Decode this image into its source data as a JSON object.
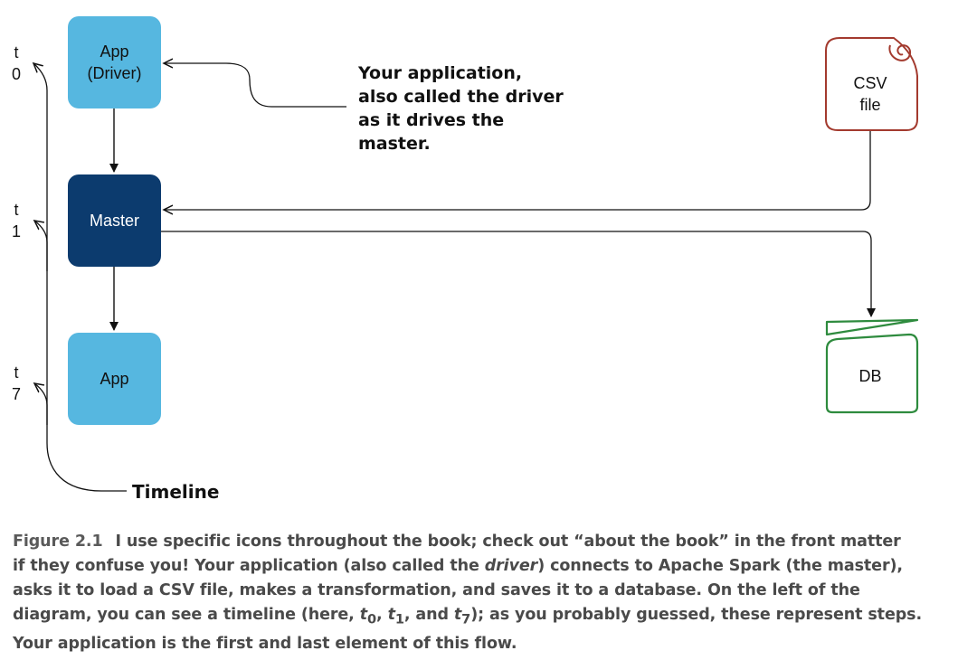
{
  "nodes": {
    "app_driver": "App\n(Driver)",
    "master": "Master",
    "app": "App",
    "csv": "CSV\nfile",
    "db": "DB"
  },
  "timeline": {
    "t0": "t\n0",
    "t1": "t\n1",
    "t7": "t\n7",
    "label": "Timeline"
  },
  "callout": "Your application, also called the driver as it drives the master.",
  "caption": {
    "figure_number": "Figure 2.1",
    "line1": "I use specific icons throughout the book; check out “about the book” in the front matter",
    "line2a": "if they confuse you! Your application (also called the ",
    "line2_italic": "driver",
    "line2b": ") connects to Apache Spark (the master),",
    "line3": "asks it to load a CSV file, makes a transformation, and saves it to a database. On the left of the",
    "line4a": "diagram, you can see a timeline (here, ",
    "t0": "t",
    "t0_sub": "0",
    "sep1": ", ",
    "t1": "t",
    "t1_sub": "1",
    "sep2": ", and ",
    "t7": "t",
    "t7_sub": "7",
    "line4b": "); as you probably guessed, these represent steps.",
    "line5": "Your application is the first and last element of this flow."
  },
  "colors": {
    "app_light": "#56b7e0",
    "master_dark": "#0c3b6e",
    "csv_border": "#a33a2e",
    "db_border": "#2e8b3e"
  }
}
